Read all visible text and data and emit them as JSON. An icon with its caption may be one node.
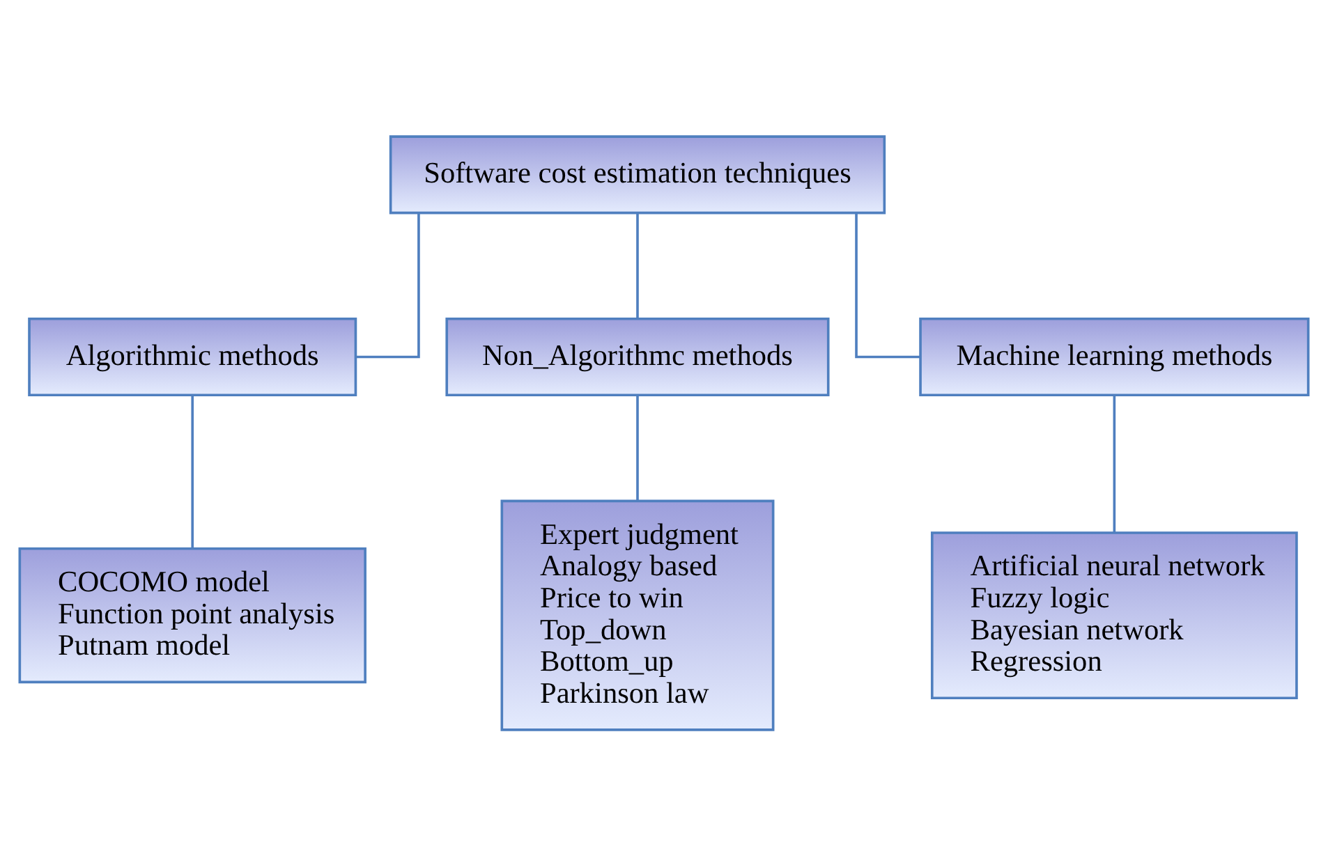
{
  "diagram": {
    "nodes": [
      {
        "text": [
          "Software cost estimation techniques"
        ]
      },
      {
        "text": [
          "Algorithmic methods"
        ]
      },
      {
        "text": [
          "Non_Algorithmc methods"
        ]
      },
      {
        "text": [
          "Machine learning methods"
        ]
      },
      {
        "text": [
          "COCOMO model",
          "Function point analysis",
          "Putnam model"
        ]
      },
      {
        "text": [
          "Expert judgment",
          "Analogy based",
          "Price to win",
          "Top_down",
          "Bottom_up",
          "Parkinson law"
        ]
      },
      {
        "text": [
          "Artificial neural network",
          "Fuzzy logic",
          "Bayesian network",
          "Regression"
        ]
      }
    ],
    "edges": [
      {
        "from": 0,
        "to": 1,
        "arrow": "none"
      },
      {
        "from": 0,
        "to": 2,
        "arrow": "none"
      },
      {
        "from": 0,
        "to": 3,
        "arrow": "none"
      },
      {
        "from": 1,
        "to": 4,
        "arrow": "none"
      },
      {
        "from": 2,
        "to": 5,
        "arrow": "none"
      },
      {
        "from": 3,
        "to": 6,
        "arrow": "none"
      }
    ]
  }
}
